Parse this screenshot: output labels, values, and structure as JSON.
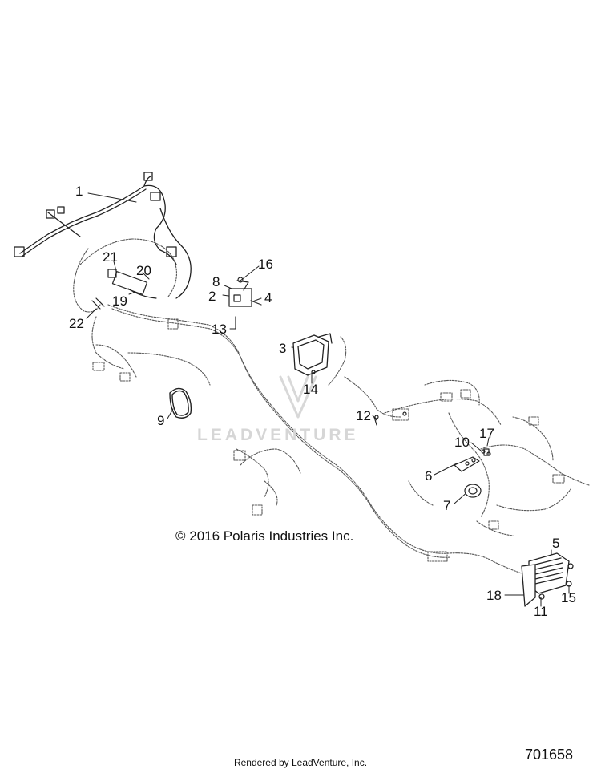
{
  "diagram": {
    "callouts": [
      {
        "id": "callout-1",
        "label": "1"
      },
      {
        "id": "callout-2",
        "label": "2"
      },
      {
        "id": "callout-3",
        "label": "3"
      },
      {
        "id": "callout-4",
        "label": "4"
      },
      {
        "id": "callout-5",
        "label": "5"
      },
      {
        "id": "callout-6",
        "label": "6"
      },
      {
        "id": "callout-7",
        "label": "7"
      },
      {
        "id": "callout-8",
        "label": "8"
      },
      {
        "id": "callout-9",
        "label": "9"
      },
      {
        "id": "callout-10",
        "label": "10"
      },
      {
        "id": "callout-11",
        "label": "11"
      },
      {
        "id": "callout-12",
        "label": "12"
      },
      {
        "id": "callout-13",
        "label": "13"
      },
      {
        "id": "callout-14",
        "label": "14"
      },
      {
        "id": "callout-15",
        "label": "15"
      },
      {
        "id": "callout-16",
        "label": "16"
      },
      {
        "id": "callout-17",
        "label": "17"
      },
      {
        "id": "callout-18",
        "label": "18"
      },
      {
        "id": "callout-19",
        "label": "19"
      },
      {
        "id": "callout-20",
        "label": "20"
      },
      {
        "id": "callout-21",
        "label": "21"
      },
      {
        "id": "callout-22",
        "label": "22"
      }
    ],
    "copyright": "© 2016 Polaris Industries Inc.",
    "watermark": "LEADVENTURE",
    "render_credit": "Rendered by LeadVenture, Inc.",
    "diagram_id": "701658"
  }
}
